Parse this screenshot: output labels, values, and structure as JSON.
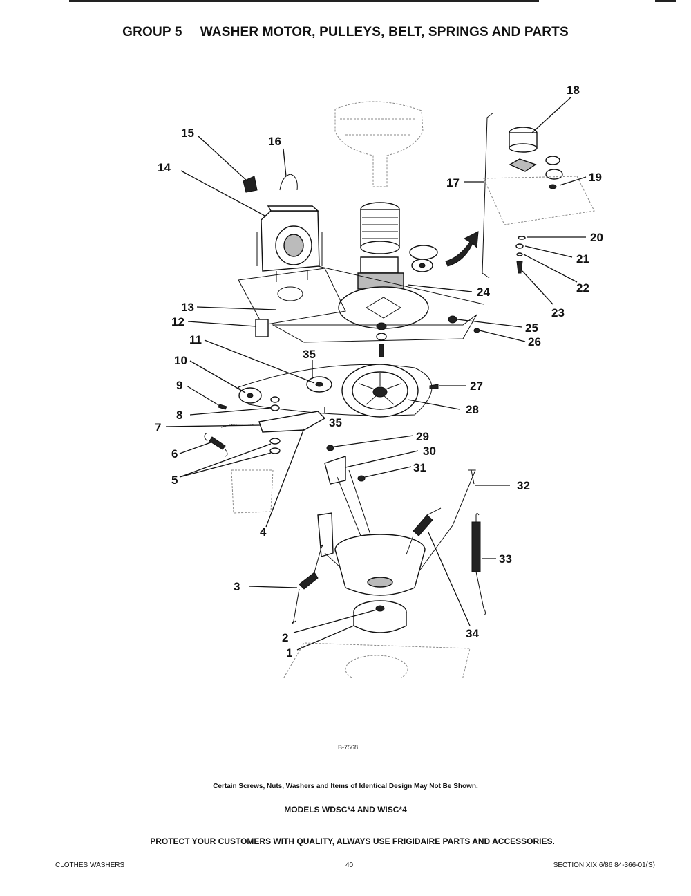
{
  "page": {
    "title_group": "GROUP 5",
    "title_text": "WASHER MOTOR, PULLEYS, BELT, SPRINGS AND PARTS",
    "figure_ref": "B-7568",
    "note": "Certain Screws, Nuts, Washers and Items of Identical Design May Not Be Shown.",
    "models": "MODELS WDSC*4 AND WISC*4",
    "protect": "PROTECT YOUR CUSTOMERS WITH QUALITY, ALWAYS USE FRIGIDAIRE PARTS AND ACCESSORIES.",
    "footer_left": "CLOTHES WASHERS",
    "footer_center": "40",
    "footer_right": "SECTION XIX 6/86 84-366-01(S)"
  },
  "callouts": {
    "c1": "1",
    "c2": "2",
    "c3": "3",
    "c4": "4",
    "c5": "5",
    "c6": "6",
    "c7": "7",
    "c8": "8",
    "c9": "9",
    "c10": "10",
    "c11": "11",
    "c12": "12",
    "c13": "13",
    "c14": "14",
    "c15": "15",
    "c16": "16",
    "c17": "17",
    "c18": "18",
    "c19": "19",
    "c20": "20",
    "c21": "21",
    "c22": "22",
    "c23": "23",
    "c24": "24",
    "c25": "25",
    "c26": "26",
    "c27": "27",
    "c28": "28",
    "c29": "29",
    "c30": "30",
    "c31": "31",
    "c32": "32",
    "c33": "33",
    "c34": "34",
    "c35a": "35",
    "c35b": "35"
  }
}
